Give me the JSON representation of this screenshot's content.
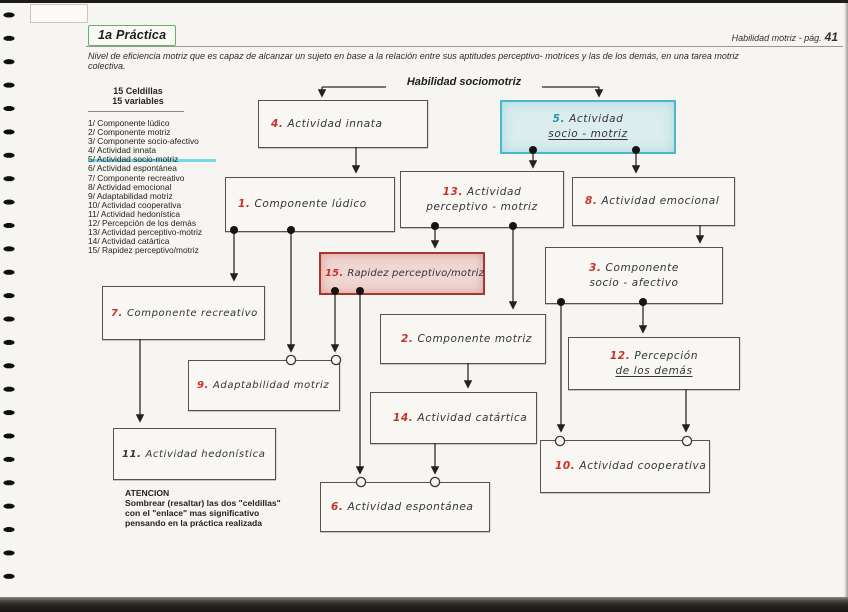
{
  "page": {
    "title": "1a Práctica",
    "header_right": "Habilidad motriz - pág.",
    "page_number": "41",
    "subtitle_line1": "Nivel de eficiencia motriz que es capaz de alcanzar un sujeto en base a la relación entre sus aptitudes perceptivo- motrices  y las de los demás, en  una tarea motriz",
    "subtitle_line2": "colectiva."
  },
  "legend": {
    "heading_line1": "15 Celdillas",
    "heading_line2": "15 variables",
    "items": [
      "1/ Componente lúdico",
      "2/ Componente motriz",
      "3/ Componente socio-afectivo",
      "4/ Actividad innata",
      "5/ Actividad socio-motriz",
      "6/ Actividad espontánea",
      "7/ Componente recreativo",
      "8/ Actividad emocional",
      "9/ Adaptabilidad motriz",
      "10/ Actividad cooperativa",
      "11/ Actividad hedonística",
      "12/ Percepción de los demás",
      "13/ Actividad perceptivo-motriz",
      "14/ Actividad catártica",
      "15/ Rapidez perceptivo/motriz"
    ]
  },
  "diagram": {
    "root_label": "Habilidad sociomotriz",
    "boxes": {
      "b4": {
        "number": "4.",
        "line1": "Actividad innata"
      },
      "b5": {
        "number": "5.",
        "line1": "Actividad",
        "line2": "socio - motriz"
      },
      "b1": {
        "number": "1.",
        "line1": "Componente lúdico"
      },
      "b13": {
        "number": "13.",
        "line1": "Actividad",
        "line2": "perceptivo - motriz"
      },
      "b8": {
        "number": "8.",
        "line1": "Actividad emocional"
      },
      "b15": {
        "number": "15.",
        "line1": "Rapidez perceptivo/motriz"
      },
      "b3": {
        "number": "3.",
        "line1": "Componente",
        "line2": "socio - afectivo"
      },
      "b7": {
        "number": "7.",
        "line1": "Componente recreativo"
      },
      "b2": {
        "number": "2.",
        "line1": "Componente motriz"
      },
      "b12": {
        "number": "12.",
        "line1": "Percepción",
        "line2": "de los demás"
      },
      "b9": {
        "number": "9.",
        "line1": "Adaptabilidad motriz"
      },
      "b14": {
        "number": "14.",
        "line1": "Actividad catártica"
      },
      "b11": {
        "number": "11.",
        "line1": "Actividad hedonística"
      },
      "b10": {
        "number": "10.",
        "line1": "Actividad cooperativa"
      },
      "b6": {
        "number": "6.",
        "line1": "Actividad espontánea"
      }
    }
  },
  "note": {
    "heading": "ATENCION",
    "line1": "Sombrear (resaltar)  las dos \"celdillas\"",
    "line2": "con el \"enlace\" mas significativo",
    "line3": "pensando en la práctica realizada"
  },
  "colors": {
    "highlight_cyan": "#49b9c9",
    "highlight_red": "#a8362c",
    "number_red": "#c9302a",
    "title_green": "#5cb85c"
  }
}
